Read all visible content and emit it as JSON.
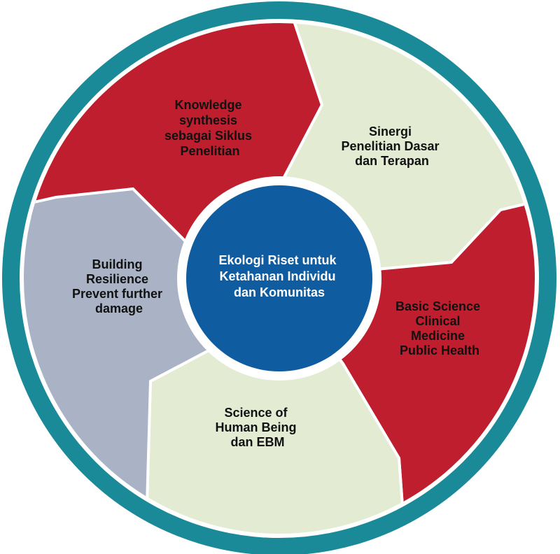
{
  "colors": {
    "outer_ring": "#1a8a98",
    "red": "#be1e2d",
    "cream": "#e3ebd3",
    "grey_blue": "#a9b3c5",
    "center": "#105ca0",
    "center_text": "#ffffff",
    "label_dark": "#111111",
    "label_light": "#ffffff",
    "separator": "#ffffff"
  },
  "center": {
    "lines": [
      "Ekologi Riset untuk",
      "Ketahanan Individu",
      "dan Komunitas"
    ]
  },
  "segments": [
    {
      "id": "knowledge-synthesis",
      "color": "red",
      "text_color": "label_dark",
      "lines": [
        "Knowledge",
        "synthesis",
        "sebagai Siklus",
        "Penelitian"
      ]
    },
    {
      "id": "sinergi",
      "color": "cream",
      "text_color": "label_dark",
      "lines": [
        "Sinergi",
        "Penelitian Dasar",
        "dan Terapan"
      ]
    },
    {
      "id": "basic-science",
      "color": "red",
      "text_color": "label_dark",
      "lines": [
        "Basic Science",
        "Clinical",
        "Medicine",
        "Public Health"
      ]
    },
    {
      "id": "science-of-human",
      "color": "cream",
      "text_color": "label_dark",
      "lines": [
        "Science of",
        "Human Being",
        "dan EBM"
      ]
    },
    {
      "id": "building-resilience",
      "color": "grey_blue",
      "text_color": "label_dark",
      "lines": [
        "Building",
        "Resilience",
        "Prevent further",
        "damage"
      ]
    }
  ]
}
